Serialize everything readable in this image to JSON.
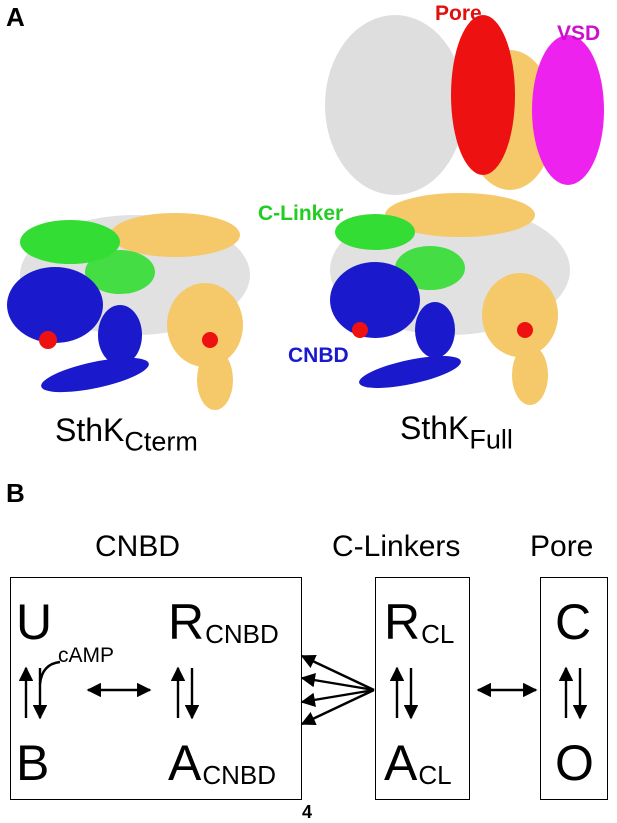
{
  "panel_a": {
    "letter": "A",
    "labels": {
      "pore": "Pore",
      "vsd": "VSD",
      "c_linker": "C-Linker",
      "cnbd": "CNBD"
    },
    "label_colors": {
      "pore": "#e01010",
      "vsd": "#cc10cc",
      "c_linker": "#22cc22",
      "cnbd": "#1a1acc"
    },
    "structure_colors": {
      "gray": "#c8c8c8",
      "yellow": "#f5c96a",
      "green": "#33dd33",
      "blue": "#1a1acc",
      "red": "#ee1111",
      "magenta": "#ee22ee"
    },
    "left_name": {
      "base": "SthK",
      "sub": "Cterm"
    },
    "right_name": {
      "base": "SthK",
      "sub": "Full"
    }
  },
  "panel_b": {
    "letter": "B",
    "titles": {
      "cnbd": "CNBD",
      "clinkers": "C-Linkers",
      "pore": "Pore"
    },
    "cnbd_states": {
      "u": "U",
      "b": "B",
      "r": "R",
      "r_sub": "CNBD",
      "a": "A",
      "a_sub": "CNBD",
      "ligand": "cAMP"
    },
    "clinker_states": {
      "r": "R",
      "r_sub": "CL",
      "a": "A",
      "a_sub": "CL"
    },
    "pore_states": {
      "c": "C",
      "o": "O"
    }
  },
  "figure_number": "4"
}
